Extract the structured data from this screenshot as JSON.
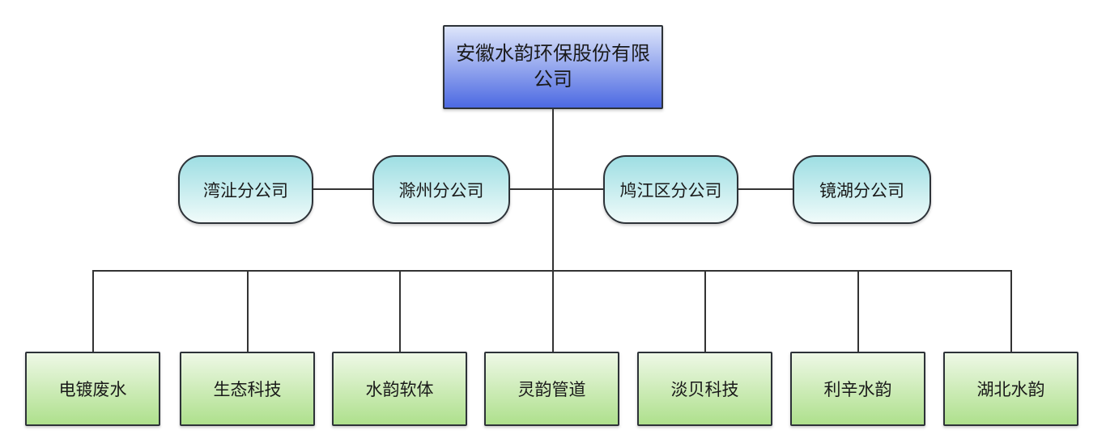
{
  "org": {
    "root": {
      "label": "安徽水韵环保股份有限公司"
    },
    "branches": [
      {
        "label": "湾沚分公司"
      },
      {
        "label": "滁州分公司"
      },
      {
        "label": "鸠江区分公司"
      },
      {
        "label": "镜湖分公司"
      }
    ],
    "subsidiaries": [
      {
        "label": "电镀废水"
      },
      {
        "label": "生态科技"
      },
      {
        "label": "水韵软体"
      },
      {
        "label": "灵韵管道"
      },
      {
        "label": "淡贝科技"
      },
      {
        "label": "利辛水韵"
      },
      {
        "label": "湖北水韵"
      }
    ],
    "colors": {
      "root_top": "#dde5fa",
      "root_bottom": "#4c69e2",
      "branch_top": "#9edee3",
      "branch_bottom": "#f0fbfa",
      "sub_top": "#eef8e6",
      "sub_bottom": "#aee08c",
      "line": "#333333",
      "border": "#2d3238"
    }
  }
}
